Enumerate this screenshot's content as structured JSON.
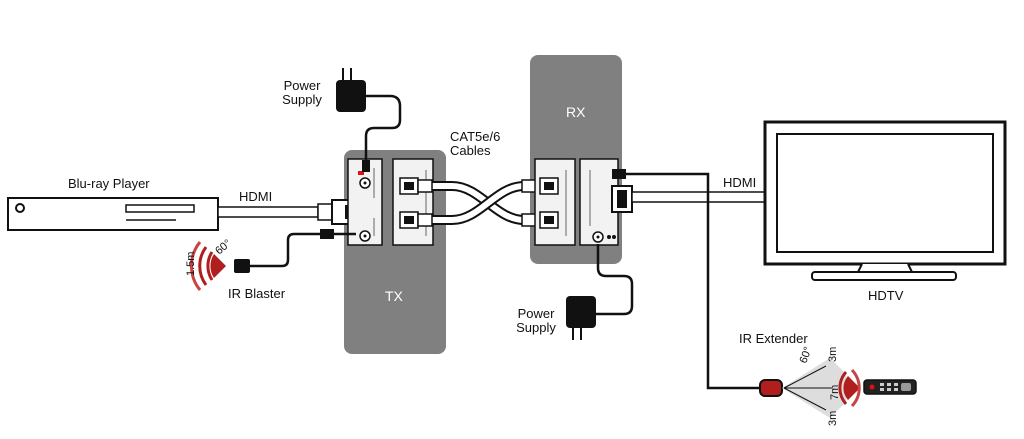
{
  "labels": {
    "bluray": "Blu-ray Player",
    "hdmi_left": "HDMI",
    "power_top_line1": "Power",
    "power_top_line2": "Supply",
    "cat_line1": "CAT5e/6",
    "cat_line2": "Cables",
    "tx": "TX",
    "rx": "RX",
    "hdmi_right": "HDMI",
    "hdtv": "HDTV",
    "ir_blaster": "IR Blaster",
    "power_bottom_line1": "Power",
    "power_bottom_line2": "Supply",
    "ir_extender": "IR Extender"
  },
  "ir_blaster_specs": {
    "angle": "60°",
    "range": "1.5m"
  },
  "ir_extender_specs": {
    "angle": "60°",
    "range_top": "3m",
    "range_mid": "7m",
    "range_bottom": "3m"
  },
  "colors": {
    "module": "#808080",
    "cable": "#111111",
    "ir_red": "#b01e1e"
  }
}
